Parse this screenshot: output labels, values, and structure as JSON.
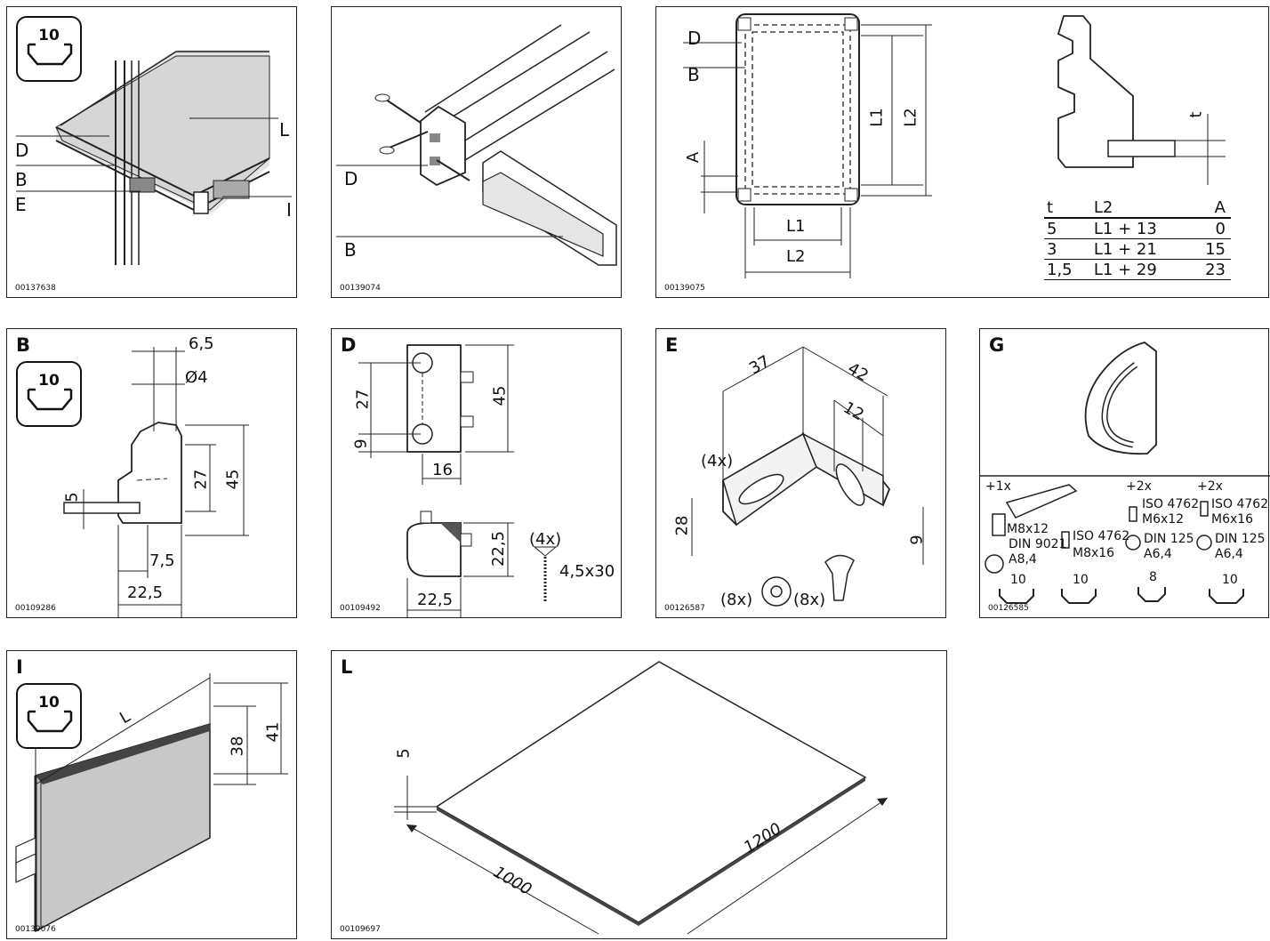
{
  "profile_badge": "10",
  "panel_overview": {
    "callouts": [
      "D",
      "B",
      "E",
      "L",
      "I"
    ],
    "code": "00137638"
  },
  "panel_mounting": {
    "callouts": [
      "D",
      "B"
    ],
    "code": "00139074"
  },
  "panel_frame": {
    "callouts": [
      "D",
      "B"
    ],
    "dims": [
      "A",
      "L1",
      "L2",
      "L1",
      "L2",
      "t"
    ],
    "code": "00139075",
    "table": {
      "headers": [
        "t",
        "L2",
        "A"
      ],
      "rows": [
        [
          "5",
          "L1 + 13",
          "0"
        ],
        [
          "3",
          "L1 + 21",
          "15"
        ],
        [
          "1,5",
          "L1 + 29",
          "23"
        ]
      ]
    }
  },
  "panel_B": {
    "letter": "B",
    "dims": [
      "6,5",
      "Ø4",
      "27",
      "45",
      "5",
      "7,5",
      "22,5"
    ],
    "code": "00109286"
  },
  "panel_D": {
    "letter": "D",
    "dims": [
      "27",
      "9",
      "45",
      "16",
      "22,5",
      "22,5",
      "(4x)",
      "4,5x30"
    ],
    "code": "00109492"
  },
  "panel_E": {
    "letter": "E",
    "dims": [
      "37",
      "42",
      "12",
      "(4x)",
      "28",
      "9",
      "(8x)",
      "(8x)"
    ],
    "code": "00126587"
  },
  "panel_G": {
    "letter": "G",
    "items": [
      {
        "qty": "+1x",
        "lines": [
          "M8x12",
          "DIN 9021",
          "A8,4"
        ],
        "badge": "10"
      },
      {
        "qty": "",
        "lines": [
          "ISO 4762",
          "M8x16"
        ],
        "badge": "10"
      },
      {
        "qty": "+2x",
        "lines": [
          "ISO 4762",
          "M6x12",
          "DIN 125",
          "A6,4"
        ],
        "badge": "8"
      },
      {
        "qty": "+2x",
        "lines": [
          "ISO 4762",
          "M6x16",
          "DIN 125",
          "A6,4"
        ],
        "badge": "10"
      }
    ],
    "code": "00126585"
  },
  "panel_I": {
    "letter": "I",
    "dims": [
      "L",
      "38",
      "41"
    ],
    "code": "00139076"
  },
  "panel_L": {
    "letter": "L",
    "dims": [
      "5",
      "1000",
      "1200"
    ],
    "code": "00109697"
  }
}
